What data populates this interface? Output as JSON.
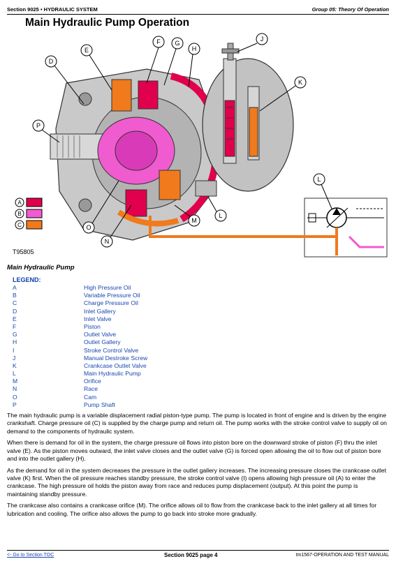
{
  "header": {
    "section": "Section 9025 • HYDRAULIC SYSTEM",
    "group": "Group 05: Theory Of Operation"
  },
  "title": "Main Hydraulic Pump Operation",
  "figure": {
    "id": "T95805",
    "callouts": [
      "A",
      "B",
      "C",
      "D",
      "E",
      "F",
      "G",
      "H",
      "J",
      "K",
      "L",
      "M",
      "N",
      "O",
      "P"
    ],
    "colors": {
      "high_pressure": "#e0004d",
      "variable_pressure": "#f05bd0",
      "charge_pressure": "#f07a1c"
    }
  },
  "caption": "Main Hydraulic Pump",
  "legend": {
    "title": "LEGEND:",
    "items": [
      {
        "key": "A",
        "value": "High Pressure Oil"
      },
      {
        "key": "B",
        "value": "Variable Pressure Oil"
      },
      {
        "key": "C",
        "value": "Charge Pressure Oil"
      },
      {
        "key": "D",
        "value": "Inlet Gallery"
      },
      {
        "key": "E",
        "value": "Inlet Valve"
      },
      {
        "key": "F",
        "value": "Piston"
      },
      {
        "key": "G",
        "value": "Outlet Valve"
      },
      {
        "key": "H",
        "value": "Outlet Gallery"
      },
      {
        "key": "I",
        "value": "Stroke Control Valve"
      },
      {
        "key": "J",
        "value": "Manual Destroke Screw"
      },
      {
        "key": "K",
        "value": "Crankcase Outlet Valve"
      },
      {
        "key": "L",
        "value": "Main Hydraulic Pump"
      },
      {
        "key": "M",
        "value": "Orifice"
      },
      {
        "key": "N",
        "value": "Race"
      },
      {
        "key": "O",
        "value": "Cam"
      },
      {
        "key": "P",
        "value": "Pump Shaft"
      }
    ]
  },
  "paragraphs": [
    "The main hydraulic pump is a variable displacement radial piston-type pump. The pump is located in front of engine and is driven by the engine crankshaft. Charge pressure oil (C) is supplied by the charge pump and return oil. The pump works with the stroke control valve to supply oil on demand to the components of hydraulic system.",
    "When there is demand for oil in the system, the charge pressure oil flows into piston bore on the downward stroke of piston (F) thru the inlet valve (E). As the piston moves outward, the inlet valve closes and the outlet valve (G) is forced open allowing the oil to flow out of piston bore and into the outlet gallery (H).",
    "As the demand for oil in the system decreases the pressure in the outlet gallery increases. The increasing pressure closes the crankcase outlet valve (K) first. When the oil pressure reaches standby pressure, the stroke control valve (I) opens allowing high pressure oil (A) to enter the crankcase. The high pressure oil holds the piston away from race and reduces pump displacement (output). At this point the pump is maintaining standby pressure.",
    "The crankcase also contains a crankcase orifice (M). The orifice allows oil to flow from the crankcase back to the inlet gallery at all times for lubrication and cooling. The orifice also allows the pump to go back into stroke more gradually."
  ],
  "footer": {
    "toc_link": "<- Go to Section TOC",
    "page": "Section 9025 page 4",
    "manual": "tm1567-OPERATION AND TEST MANUAL"
  }
}
